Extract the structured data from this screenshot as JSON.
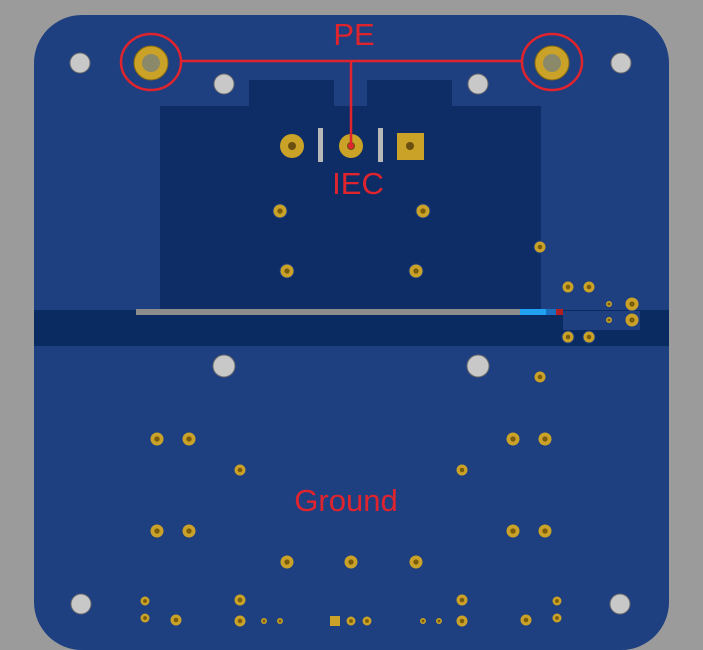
{
  "labels": {
    "pe": "PE",
    "iec": "IEC",
    "ground": "Ground"
  },
  "colors": {
    "background": "#9b9b9b",
    "board": "#1e3f80",
    "copper_pour": "#0e2d66",
    "split_band": "#0a2a62",
    "pad_gold": "#c9a227",
    "pad_dark": "#7a5c0c",
    "drill_hole": "#c8c8c8",
    "annotation": "#e0242e",
    "trace_gray": "#8c8c8c",
    "trace_blue": "#1fa0f0"
  }
}
